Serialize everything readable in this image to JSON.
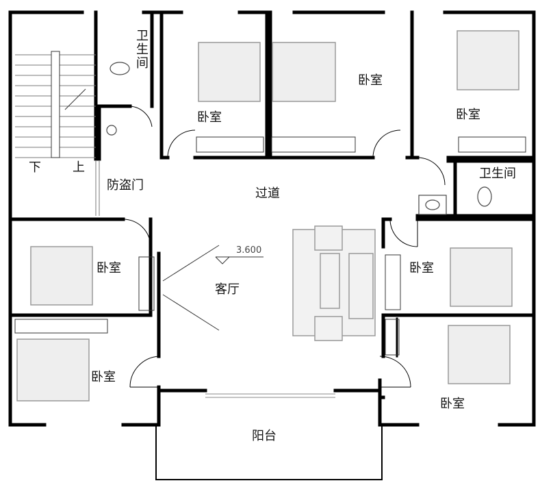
{
  "title": "二层平面图",
  "rooms": {
    "bath_left": "卫生间",
    "bath_right": "卫生间",
    "bed_top_left": "卧室",
    "bed_top_mid": "卧室",
    "bed_top_right": "卧室",
    "bed_mid_left": "卧室",
    "bed_mid_right": "卧室",
    "bed_bottom_left": "卧室",
    "bed_bottom_right": "卧室",
    "corridor": "过道",
    "living": "客厅",
    "balcony": "阳台",
    "security_door": "防盗门"
  },
  "stairs": {
    "down": "下",
    "up": "上"
  },
  "elevation": "3.600",
  "colors": {
    "wall": "#000000",
    "furniture": "#9a9a9a"
  }
}
